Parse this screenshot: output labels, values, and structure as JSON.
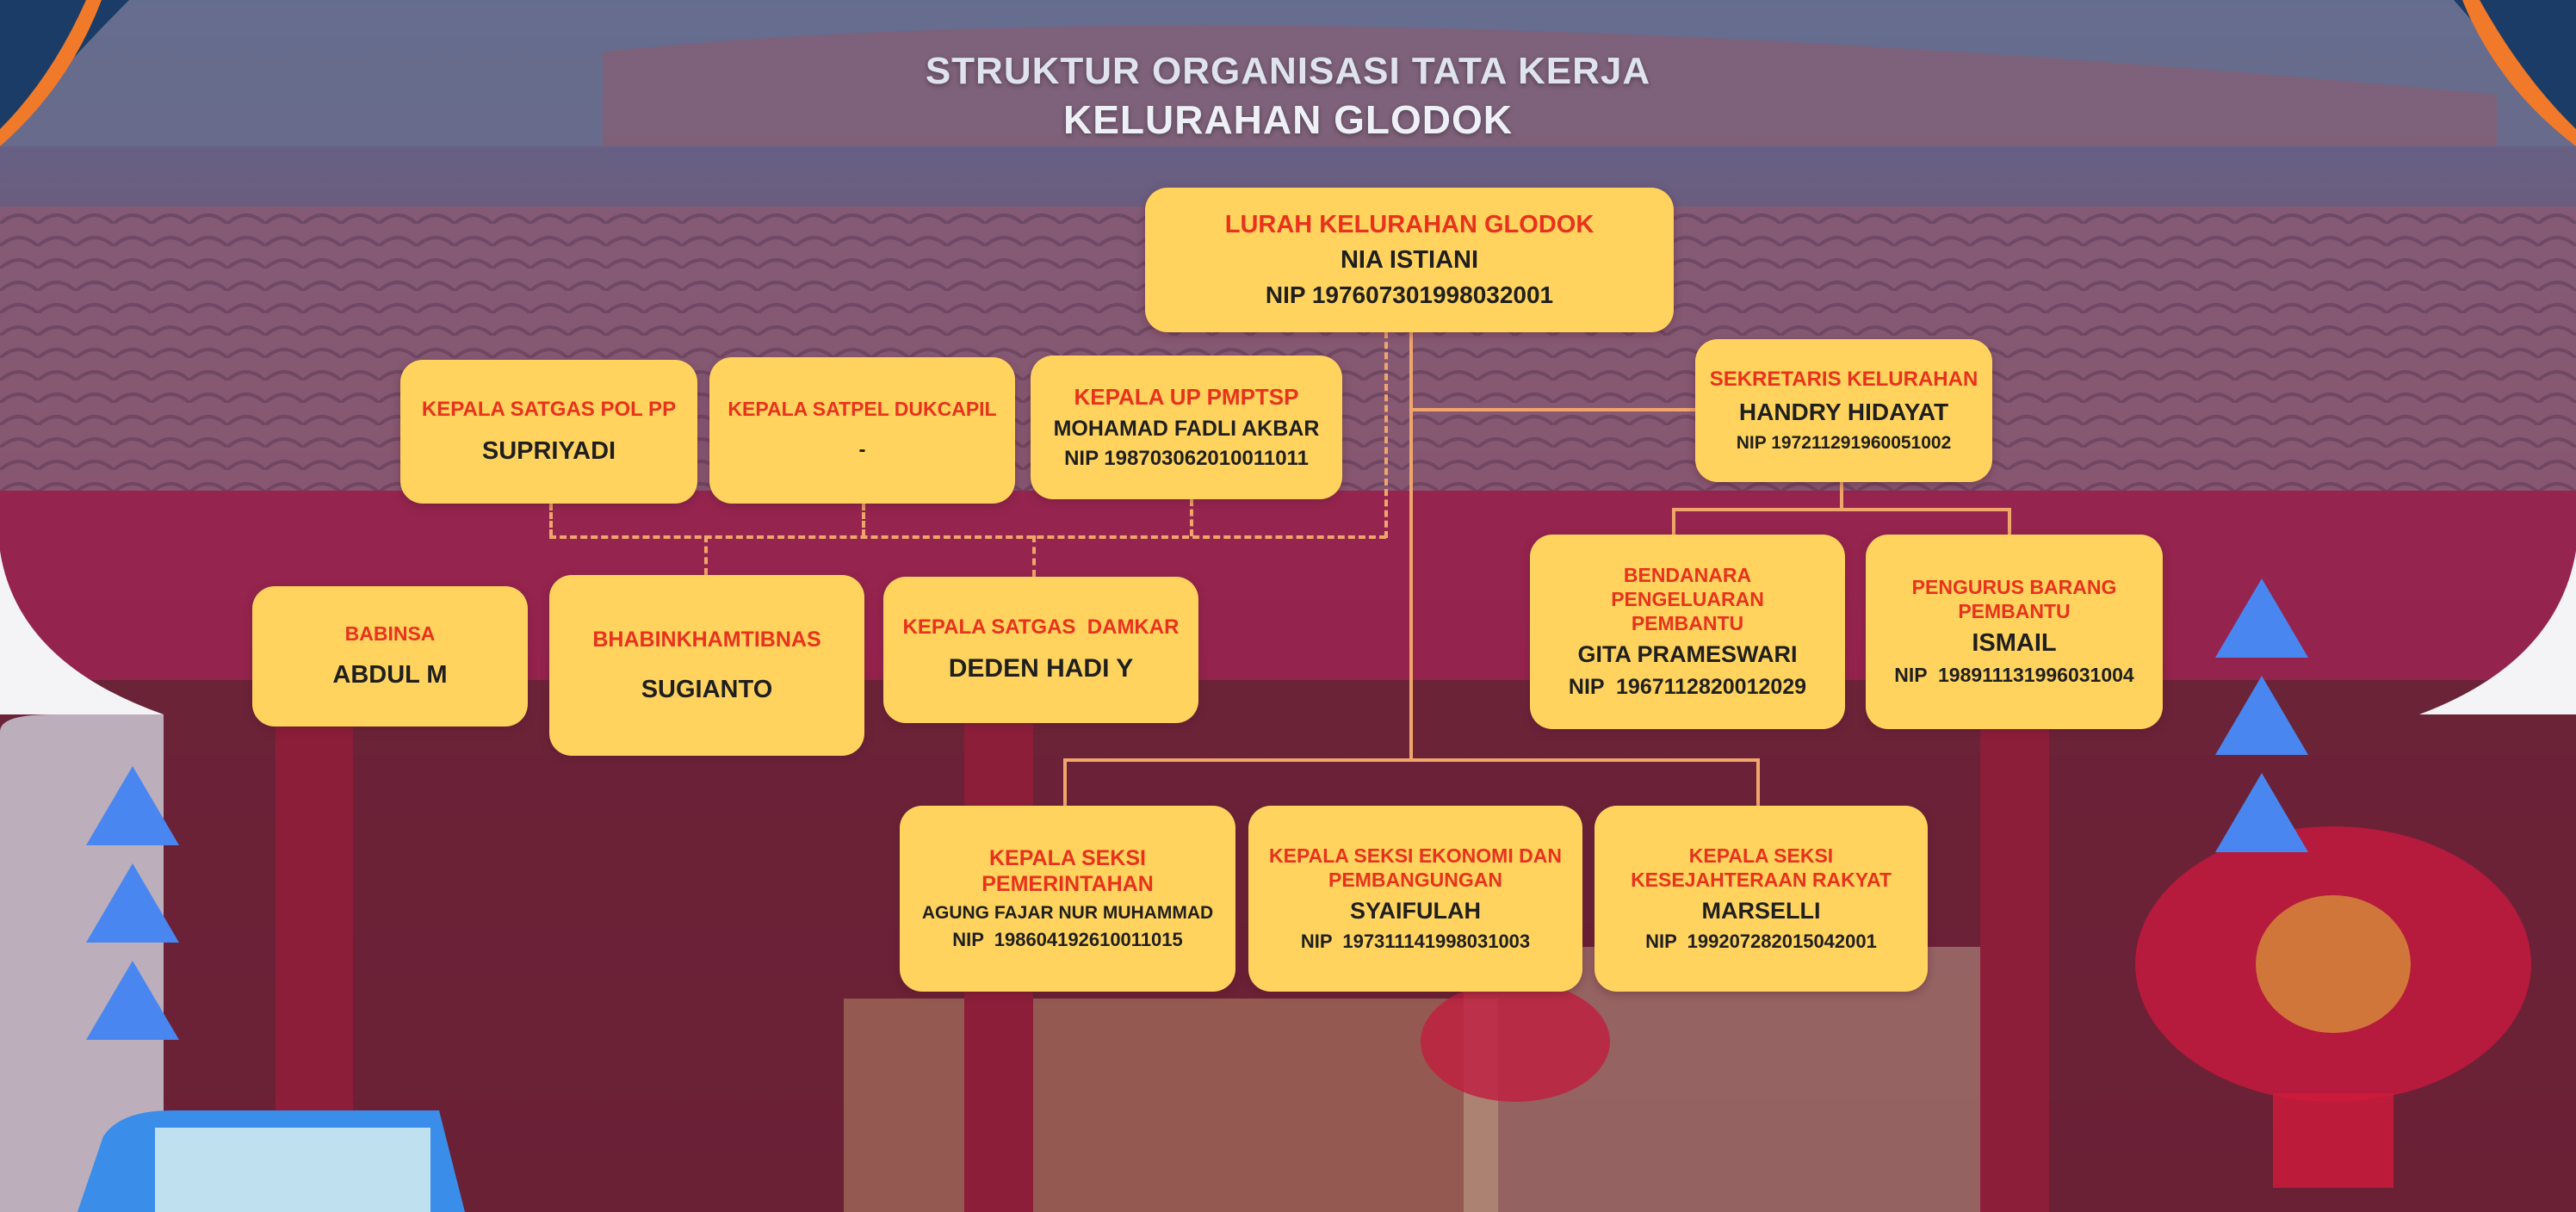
{
  "title": {
    "line1": "STRUKTUR ORGANISASI TATA KERJA",
    "line2": "KELURAHAN GLODOK"
  },
  "lurah": {
    "role": "LURAH KELURAHAN GLODOK",
    "name": "NIA ISTIANI",
    "nip": "NIP 197607301998032001"
  },
  "satgas_pol_pp": {
    "role": "KEPALA SATGAS POL PP",
    "name": "SUPRIYADI"
  },
  "satpel_dukcapil": {
    "role": "KEPALA SATPEL DUKCAPIL",
    "name": "-"
  },
  "up_pmptsp": {
    "role": "KEPALA UP PMPTSP",
    "name": "MOHAMAD FADLI AKBAR",
    "nip": "NIP 198703062010011011"
  },
  "sekretaris": {
    "role": "SEKRETARIS KELURAHAN",
    "name": "HANDRY HIDAYAT",
    "nip": "NIP 197211291960051002"
  },
  "babinsa": {
    "role": "BABINSA",
    "name": "ABDUL M"
  },
  "bhabinkhamtibnas": {
    "role": "BHABINKHAMTIBNAS",
    "name": "SUGIANTO"
  },
  "satgas_damkar": {
    "role": "KEPALA SATGAS  DAMKAR",
    "name": "DEDEN HADI Y"
  },
  "bendahara": {
    "role": "BENDANARA PENGELUARAN PEMBANTU",
    "name": "GITA PRAMESWARI",
    "nip": "NIP  1967112820012029"
  },
  "pengurus_barang": {
    "role": "PENGURUS BARANG PEMBANTU",
    "name": "ISMAIL",
    "nip": "NIP  198911131996031004"
  },
  "seksi_pemerintahan": {
    "role": "KEPALA SEKSI PEMERINTAHAN",
    "name": "AGUNG FAJAR NUR MUHAMMAD",
    "nip": "NIP  198604192610011015"
  },
  "seksi_ekonomi": {
    "role": "KEPALA SEKSI EKONOMI DAN PEMBANGUNGAN",
    "name": "SYAIFULAH",
    "nip": "NIP  197311141998031003"
  },
  "seksi_kesra": {
    "role": "KEPALA SEKSI KESEJAHTERAAN RAKYAT",
    "name": "MARSELLI",
    "nip": "NIP  199207282015042001"
  },
  "colors": {
    "box_fill": "#ffd35e",
    "role_text": "#e8321e",
    "connector": "#f0a66a",
    "triangle": "#4a86f0"
  }
}
